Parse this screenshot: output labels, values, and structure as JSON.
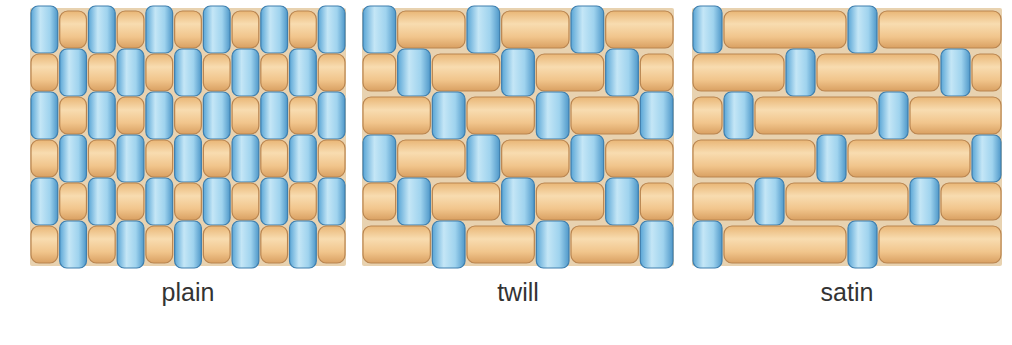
{
  "diagram": {
    "labels": [
      "plain",
      "twill",
      "satin"
    ]
  }
}
